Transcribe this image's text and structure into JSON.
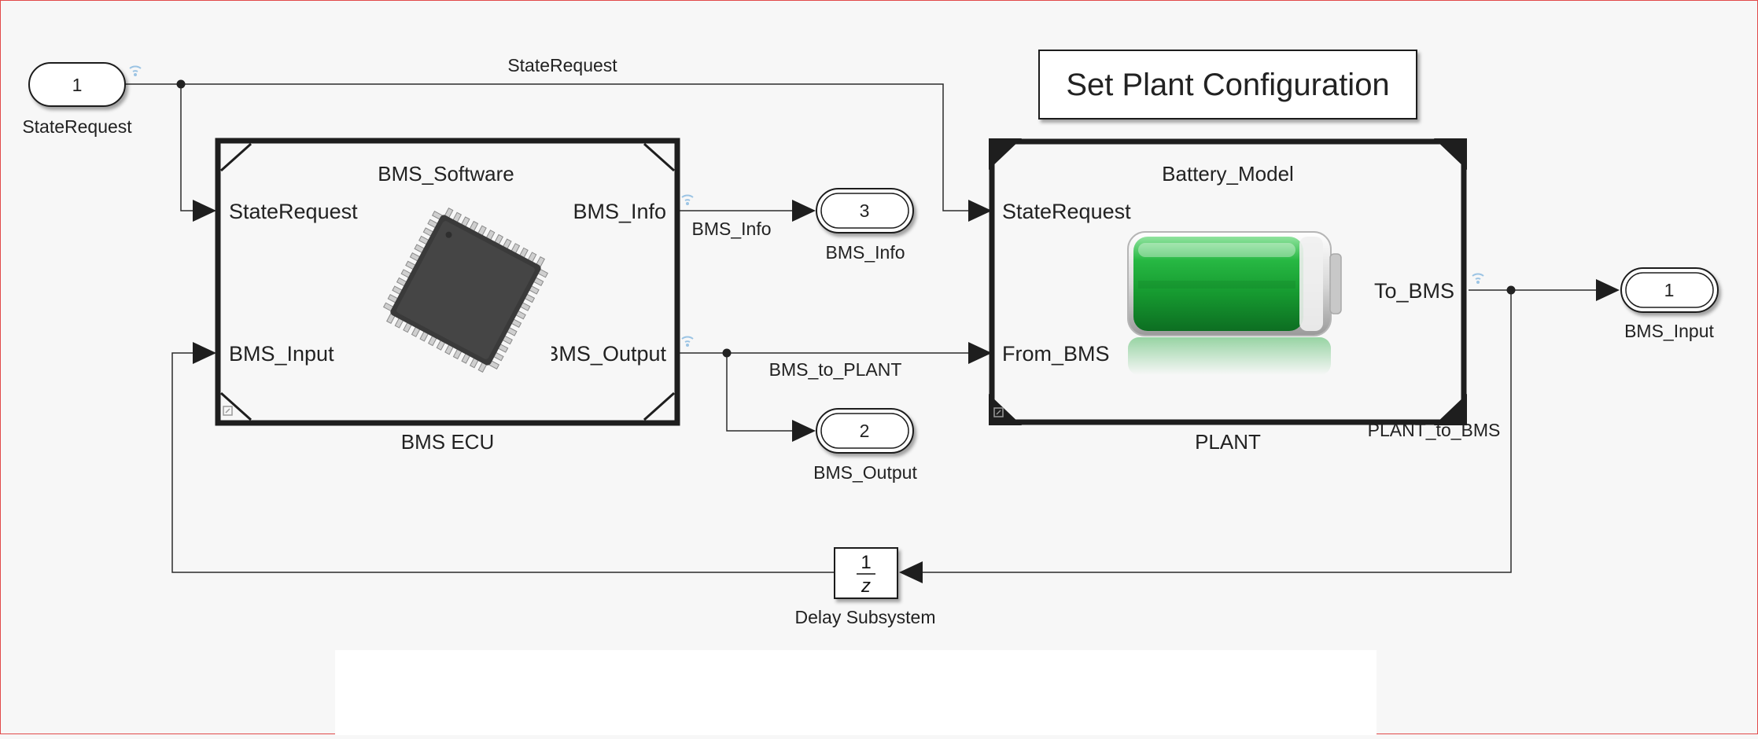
{
  "model": {
    "inport": {
      "number": "1",
      "name": "StateRequest"
    },
    "signals": {
      "state_request": "StateRequest",
      "bms_info": "BMS_Info",
      "bms_to_plant": "BMS_to_PLANT",
      "plant_to_bms": "PLANT_to_BMS"
    },
    "bms_ecu": {
      "name": "BMS ECU",
      "title": "BMS_Software",
      "port_in_1": "StateRequest",
      "port_in_2": "BMS_Input",
      "port_out_1": "BMS_Info",
      "port_out_2": "BMS_Output"
    },
    "plant": {
      "name": "PLANT",
      "title": "Battery_Model",
      "port_in_1": "StateRequest",
      "port_in_2": "From_BMS",
      "port_out_1": "To_BMS"
    },
    "outports": {
      "bms_info": {
        "number": "3",
        "name": "BMS_Info"
      },
      "bms_output": {
        "number": "2",
        "name": "BMS_Output"
      },
      "bms_input": {
        "number": "1",
        "name": "BMS_Input"
      }
    },
    "delay": {
      "name": "Delay Subsystem",
      "numerator": "1",
      "denominator": "z"
    },
    "config_button": {
      "label": "Set Plant Configuration"
    }
  },
  "colors": {
    "background": "#f7f7f7",
    "line": "#2b2b2b",
    "block_border": "#1e1e1e",
    "battery": "#1faa3a",
    "chip": "#3a3a3a",
    "signal_icon": "#9cc4e4"
  },
  "icons": [
    "signal-logging-icon",
    "microchip-icon",
    "battery-icon",
    "reference-badge-icon"
  ]
}
